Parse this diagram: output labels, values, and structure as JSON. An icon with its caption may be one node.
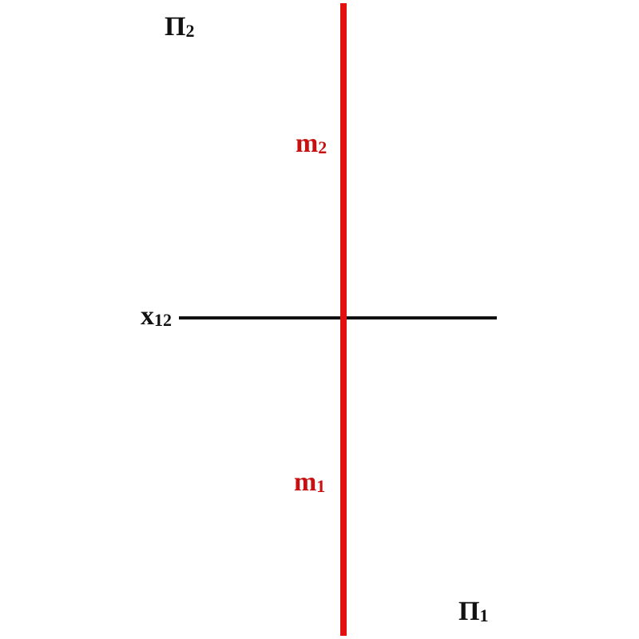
{
  "diagram": {
    "labels": [
      "Π$_{2}$",
      "m$_{2}$",
      "x$_{12}$",
      "m$_{1}$",
      "Π$_{1}$"
    ]
  }
}
